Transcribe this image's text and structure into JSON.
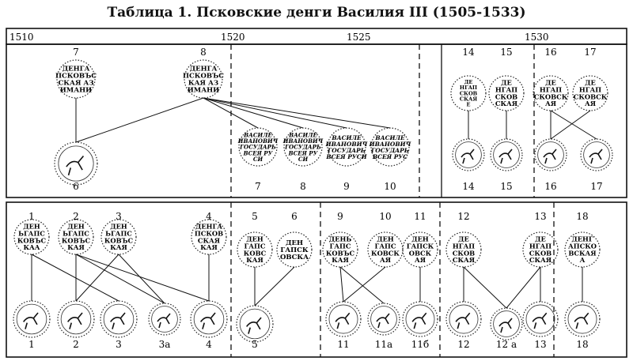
{
  "title": "Таблица 1. Псковские денги Василия III (1505-1533)",
  "years": [
    "1510",
    "1520",
    "1525",
    "1530"
  ],
  "top": {
    "reverses": [
      {
        "num": "7",
        "lines": [
          "ДЕНГА",
          "ПСКОВЪС",
          "СКАЯ АЗ",
          "ИМАНИ"
        ]
      },
      {
        "num": "8",
        "lines": [
          "ДЕНГА",
          "ПСКОВЪС",
          "КАЯ АЗ",
          "ИМАНИ"
        ]
      },
      {
        "num": "14",
        "lines": [
          "ДЕ",
          "НГАП",
          "СКОВ",
          "СКАЯ",
          "Е"
        ]
      },
      {
        "num": "15",
        "lines": [
          "ДЕ",
          "НГАП",
          "СКОВ",
          "СКАЯ"
        ]
      },
      {
        "num": "16",
        "lines": [
          "ДЕ",
          "НГАП",
          "СКОВСК",
          "АЯ"
        ]
      },
      {
        "num": "17",
        "lines": [
          "ДЕ",
          "НГАП",
          "СКОВСК",
          "АЯ"
        ]
      }
    ],
    "obverses": [
      {
        "num": "6",
        "lines": []
      },
      {
        "num": "7",
        "lines": [
          "ВАСИЛЕ",
          "ИВАНОВИЧ",
          "ГОСУДАРЬ",
          "ВСЕЯ РУ",
          "СИ"
        ]
      },
      {
        "num": "8",
        "lines": [
          "ВАСИЛЕ",
          "ИВАНОВИЧ",
          "ГОСУДАРЬ",
          "ВСЕЯ РУ",
          "СИ"
        ]
      },
      {
        "num": "9",
        "lines": [
          "ВАСИЛЕ",
          "ИВАНОВИЧ",
          "ГОСУДАРЬ",
          "ВСЕЯ РУСИ"
        ]
      },
      {
        "num": "10",
        "lines": [
          "ВАСИЛЕ",
          "ИВАНОВИЧ",
          "ГОСУДАРЬ",
          "ВСЕЯ РУС"
        ]
      },
      {
        "num": "14",
        "lines": []
      },
      {
        "num": "15",
        "lines": []
      },
      {
        "num": "16",
        "lines": []
      },
      {
        "num": "17",
        "lines": []
      }
    ]
  },
  "bottom": {
    "reverses": [
      {
        "num": "1",
        "lines": [
          "ДЕН",
          "ЬГАПС",
          "КОВЪС",
          "КАА"
        ]
      },
      {
        "num": "2",
        "lines": [
          "ДЕН",
          "ЬГАПС",
          "КОВЪС",
          "КАЯ"
        ]
      },
      {
        "num": "3",
        "lines": [
          "ДЕН",
          "ЬГАПС",
          "КОВЪС",
          "КАЯ"
        ]
      },
      {
        "num": "4",
        "lines": [
          "ДЕНГА",
          "ПСКОВ",
          "СКАЯ",
          "КАЯ"
        ]
      },
      {
        "num": "5",
        "lines": [
          "ДЕН",
          "ГАПС",
          "КОВС",
          "КАЯ"
        ]
      },
      {
        "num": "6",
        "lines": [
          "ДЕН",
          "ГАПСК",
          "ОВСКА"
        ]
      },
      {
        "num": "9",
        "lines": [
          "ДЕНЬ",
          "ГАПС",
          "КОВЪС",
          "КАЯ"
        ]
      },
      {
        "num": "10",
        "lines": [
          "ДЕН",
          "ГАПС",
          "КОВСК",
          "АЯ"
        ]
      },
      {
        "num": "11",
        "lines": [
          "ДЕН",
          "ГАПСК",
          "ОВСК",
          "АЯ"
        ]
      },
      {
        "num": "12",
        "lines": [
          "ДЕ",
          "НГАП",
          "СКОВ",
          "СКАЯ"
        ]
      },
      {
        "num": "13",
        "lines": [
          "ДЕ",
          "НГАП",
          "СКОВ",
          "СКАЯ"
        ]
      },
      {
        "num": "18",
        "lines": [
          "ДЕНГ",
          "АПСКО",
          "ВСКАЯ",
          "А"
        ]
      }
    ],
    "obverses": [
      "1",
      "2",
      "3",
      "3а",
      "4",
      "5",
      "11",
      "11а",
      "11б",
      "12",
      "12 а",
      "13",
      "18"
    ]
  }
}
